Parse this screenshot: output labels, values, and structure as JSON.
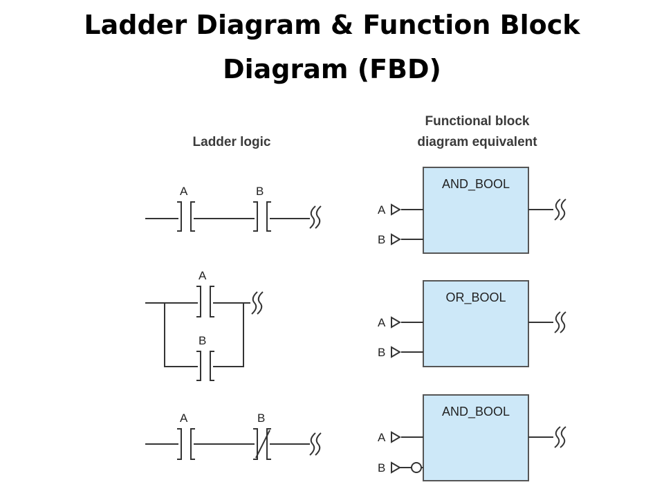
{
  "title": {
    "line1": "Ladder Diagram & Function Block",
    "line2": "Diagram (FBD)"
  },
  "ladder": {
    "heading": "Ladder logic",
    "rungs": [
      {
        "type": "series-and",
        "contact_labels": [
          "A",
          "B"
        ]
      },
      {
        "type": "parallel-or",
        "contact_labels": [
          "A",
          "B"
        ]
      },
      {
        "type": "series-and-not",
        "contact_labels": [
          "A",
          "B"
        ]
      }
    ]
  },
  "fbd": {
    "heading_line1": "Functional block",
    "heading_line2": "diagram equivalent",
    "blocks": [
      {
        "label": "AND_BOOL",
        "input_a": "A",
        "input_b": "B",
        "b_negated": false
      },
      {
        "label": "OR_BOOL",
        "input_a": "A",
        "input_b": "B",
        "b_negated": false
      },
      {
        "label": "AND_BOOL",
        "input_a": "A",
        "input_b": "B",
        "b_negated": true
      }
    ]
  },
  "colors": {
    "line": "#333333",
    "block_fill": "#cde8f8",
    "block_stroke": "#555555"
  }
}
